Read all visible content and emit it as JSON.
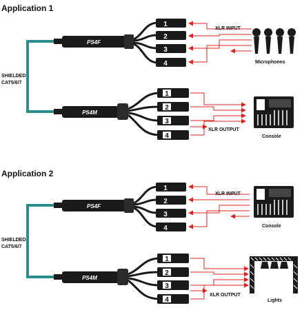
{
  "applications": [
    {
      "title": "Application 1",
      "cable_label_line1": "SHIELDED",
      "cable_label_line2": "CAT5/6/7",
      "upper_box": "PS4F",
      "lower_box": "PS4M",
      "upper_connector_numbers": [
        "1",
        "2",
        "3",
        "4"
      ],
      "lower_connector_numbers": [
        "1",
        "2",
        "3",
        "4"
      ],
      "upper_signal_label": "XLR INPUT",
      "lower_signal_label": "XLR OUTPUT",
      "upper_device": "Microphones",
      "lower_device": "Console"
    },
    {
      "title": "Application 2",
      "cable_label_line1": "SHIELDED",
      "cable_label_line2": "CAT5/6/7",
      "upper_box": "PS4F",
      "lower_box": "PS4M",
      "upper_connector_numbers": [
        "1",
        "2",
        "3",
        "4"
      ],
      "lower_connector_numbers": [
        "1",
        "2",
        "3",
        "4"
      ],
      "upper_signal_label": "XLR INPUT",
      "lower_signal_label": "XLR OUTPUT",
      "upper_device": "Console",
      "lower_device": "Lights"
    }
  ],
  "colors": {
    "cable": "#2a8c8c",
    "arrow": "#e0221f",
    "hardware": "#1a1a1a"
  }
}
